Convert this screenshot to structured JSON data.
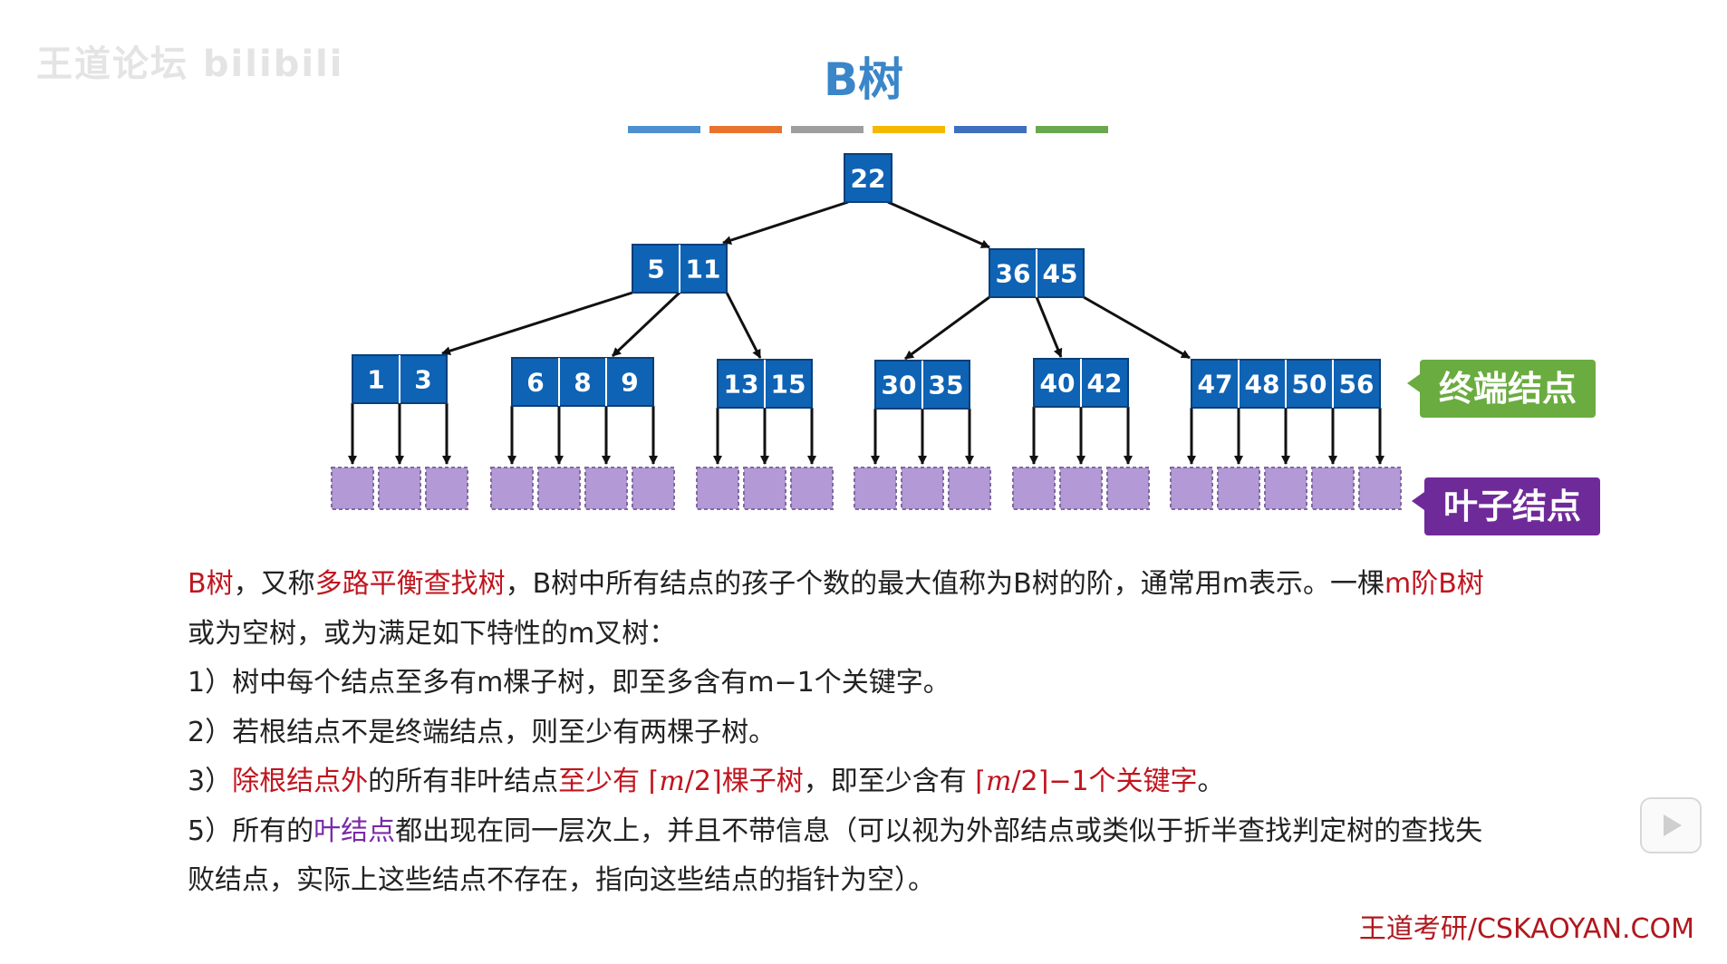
{
  "watermark": "王道论坛 bilibili",
  "title": "B树",
  "color_bar": [
    "#4e90cf",
    "#e8732e",
    "#9e9e9e",
    "#f5b800",
    "#3f6fbf",
    "#6aa84f"
  ],
  "colors": {
    "node_fill": "#0e63b5",
    "node_border": "#0a3f78",
    "leaf_fill": "#b39ad6",
    "terminal_label_bg": "#6aac3f",
    "leaf_label_bg": "#6f2a9a"
  },
  "tree": {
    "root": {
      "keys": [
        "22"
      ]
    },
    "level1": [
      {
        "keys": [
          "5",
          "11"
        ]
      },
      {
        "keys": [
          "36",
          "45"
        ]
      }
    ],
    "level2": [
      {
        "keys": [
          "1",
          "3"
        ]
      },
      {
        "keys": [
          "6",
          "8",
          "9"
        ]
      },
      {
        "keys": [
          "13",
          "15"
        ]
      },
      {
        "keys": [
          "30",
          "35"
        ]
      },
      {
        "keys": [
          "40",
          "42"
        ]
      },
      {
        "keys": [
          "47",
          "48",
          "50",
          "56"
        ]
      }
    ]
  },
  "labels": {
    "terminal": "终端结点",
    "leaf": "叶子结点"
  },
  "text": {
    "l1_a": "B树",
    "l1_b": "，又称",
    "l1_c": "多路平衡查找树",
    "l1_d": "，B树中所有结点的孩子个数的最大值称为B树的阶，通常用m表示。一棵",
    "l1_e": "m阶B树",
    "l2": "或为空树，或为满足如下特性的m叉树：",
    "l3": "1）树中每个结点至多有m棵子树，即至多含有m−1个关键字。",
    "l4": "2）若根结点不是终端结点，则至少有两棵子树。",
    "l5_a": "3）",
    "l5_b": "除根结点外",
    "l5_c": "的所有非叶结点",
    "l5_d": "至少有 ⌈",
    "l5_math1": "m",
    "l5_e": "/2⌉棵子树",
    "l5_f": "，即至少含有 ",
    "l5_g": "⌈",
    "l5_math2": "m",
    "l5_h": "/2⌉−1个关键字",
    "l5_i": "。",
    "l6_a": "5）所有的",
    "l6_b": "叶结点",
    "l6_c": "都出现在同一层次上，并且不带信息（可以视为外部结点或类似于折半查找判定树的查找失",
    "l7": "败结点，实际上这些结点不存在，指向这些结点的指针为空）。"
  },
  "footer": "王道考研/CSKAOYAN.COM"
}
